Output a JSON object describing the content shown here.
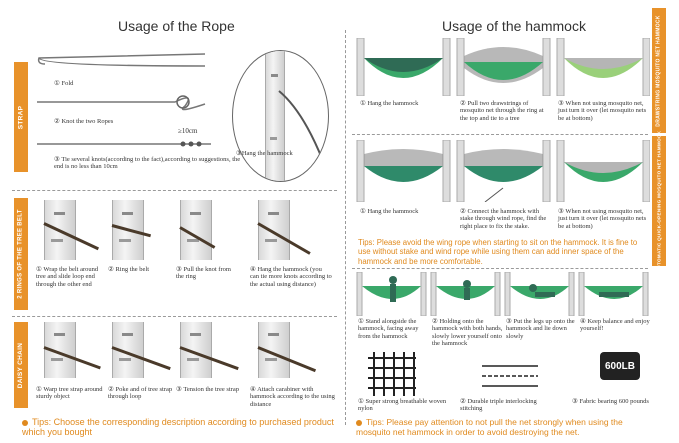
{
  "left": {
    "title": "Usage of the Rope",
    "strap_band": "STRAP",
    "rings_band": "2 RINGS OF THE TREE BELT",
    "daisy_band": "DAISY CHAIN",
    "rope_steps": [
      "① Fold",
      "② Knot the two Ropes",
      "③ Tie several knots(according to the fact),according to suggestions, the end is no less than 10cm"
    ],
    "measure_label": "≥10cm",
    "hang_label": "③Hang the hammock",
    "rings_steps": [
      "① Wrap the belt around tree and slide loop end through the other end",
      "② Ring the belt",
      "③ Pull the knot from the ring",
      "④ Hang the hammock (you can tie more knots according to the actual using distance)"
    ],
    "daisy_steps": [
      "① Warp tree strap around sturdy object",
      "② Poke and of tree strap through loop",
      "③ Tension the tree strap",
      "④ Attach carabiner with hammock according to the using distance"
    ],
    "tip": "Tips: Choose the corresponding description according to purchased product which you bought"
  },
  "right": {
    "title": "Usage of the hammock",
    "band1": "DRAWSTRING MOSQUITO NET HAMMOCK",
    "band2": "AUTOMATIC QUICK-OPENING MOSQUITO NET HAMMOCK",
    "row1_steps": [
      "① Hang the hammock",
      "② Pull two drawstrings of mosquito net through the ring at the top and tie to a tree",
      "③ When not using mosquito net, just turn it over (let mosquito nets be at bottom)"
    ],
    "row2_steps": [
      "① Hang the hammock",
      "② Connect the hammock with stake through wind rope, find the right place to fix the stake.",
      "③ When not using mosquito net, just turn it over (let mosquito nets be at bottom)"
    ],
    "mid_tip": "Tips: Please avoid the wing rope when starting to sit on the hammock. It is fine to use without stake and wind rope while using them can add inner space of the hammock and be more comfortable.",
    "sit_steps": [
      "① Stand alongside the hammock, facing away from the hammock",
      "② Holding onto the hammock with both hands, slowly lower yourself onto the hammock",
      "③ Put the legs up onto the hammock and lie down slowly",
      "④ Keep balance and enjoy yourself!"
    ],
    "features": [
      "① Super strong breathable woven nylon",
      "② Durable triple interlocking stitching",
      "③ Fabric bearing 600 pounds"
    ],
    "weight_badge": "600LB",
    "bottom_tip": "Tips: Please pay attention to not pull the net strongly when using the mosquito net hammock in order to avoid destroying the net."
  },
  "colors": {
    "accent": "#e8922a",
    "hammock_green": "#3aa86a",
    "hammock_dark": "#2f6b55"
  }
}
